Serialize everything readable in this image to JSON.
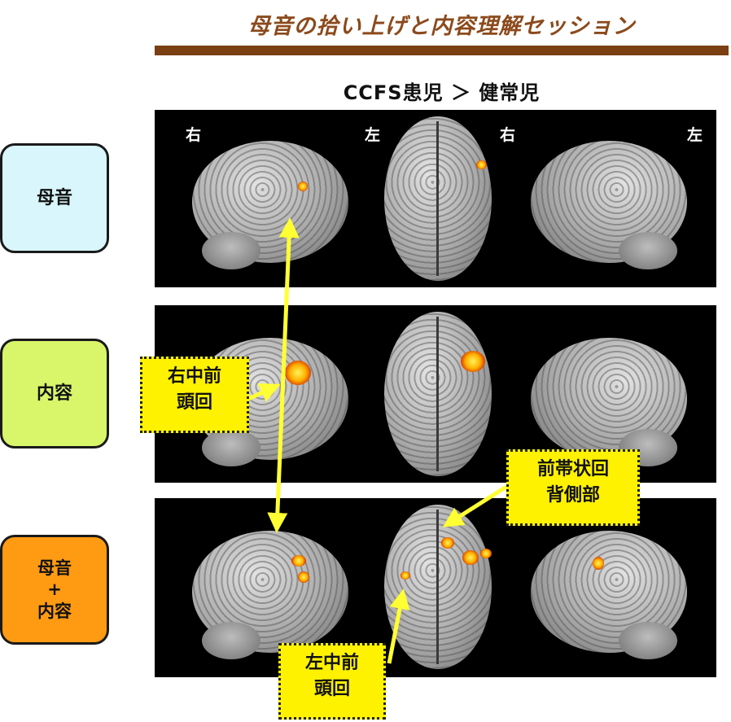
{
  "title": "母音の拾い上げと内容理解セッション",
  "comparison": "CCFS患児 ＞ 健常児",
  "side_labels": {
    "left_right": "右",
    "top_left": "左",
    "top_right": "右",
    "right_left": "左"
  },
  "conditions": [
    {
      "label": "母音"
    },
    {
      "label": "内容"
    },
    {
      "label_lines": [
        "母音",
        "+",
        "内容"
      ]
    }
  ],
  "regions": {
    "right_mfg": [
      "右中前",
      "頭回"
    ],
    "acc_dorsal": [
      "前帯状回",
      "背側部"
    ],
    "left_mfg": [
      "左中前",
      "頭回"
    ]
  },
  "colors": {
    "title": "#8b4a1c",
    "rule": "#7a3f12",
    "arrow": "#ffff33",
    "label_bg": "#fff200",
    "c1": "#d8f6fb",
    "c2": "#d9f56a",
    "c3": "#ff9b12"
  }
}
